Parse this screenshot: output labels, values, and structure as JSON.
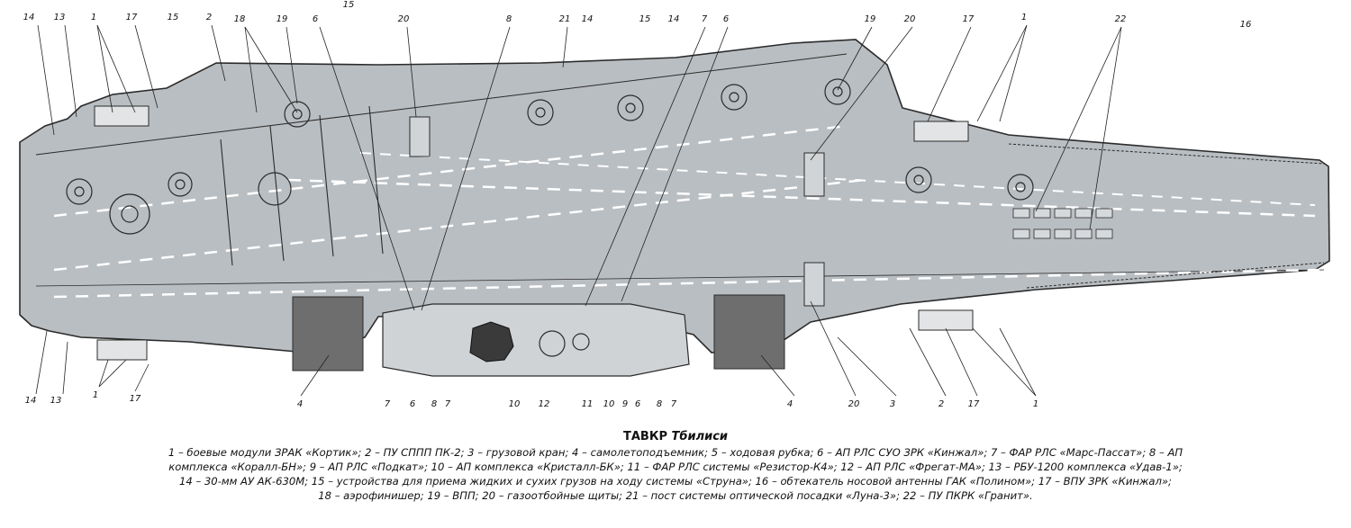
{
  "figure": {
    "title_prefix": "ТАВКР",
    "title_ship": "Тбилиси",
    "legend_lines": [
      "1 – боевые модули ЗРАК «Кортик»; 2 – ПУ СППП ПК-2; 3 – грузовой кран; 4 – самолетоподъемник; 5 – ходовая рубка; 6 – АП РЛС СУО ЗРК «Кинжал»; 7 – ФАР РЛС «Марс-Пассат»; 8 – АП",
      "комплекса «Коралл-БН»; 9 – АП РЛС «Подкат»; 10 – АП комплекса «Кристалл-БК»; 11 – ФАР РЛС системы «Резистор-К4»; 12 – АП РЛС «Фрегат-МА»; 13 – РБУ-1200 комплекса «Удав-1»;",
      "14 – 30-мм АУ АК-630М; 15 – устройства для приема жидких и сухих грузов на ходу системы «Струна»; 16 – обтекатель носовой антенны ГАК «Полином»; 17 – ВПУ ЗРК «Кинжал»;",
      "18 – аэрофинишер; 19 – ВПП; 20 – газоотбойные щиты; 21 – пост системы оптической посадки «Луна-3»; 22 – ПУ ПКРК «Гранит»."
    ],
    "callouts_top": [
      "14",
      "13",
      "1",
      "17",
      "15",
      "2",
      "18",
      "19",
      "6",
      "15",
      "20",
      "8",
      "21",
      "14",
      "15",
      "14",
      "7",
      "6",
      "16",
      "19",
      "20",
      "17",
      "1",
      "22"
    ],
    "callouts_bottom": [
      "14",
      "13",
      "1",
      "17",
      "7",
      "6",
      "8",
      "7",
      "10",
      "12",
      "11",
      "10",
      "9",
      "6",
      "8",
      "7",
      "4",
      "4",
      "20",
      "3",
      "2",
      "17",
      "1"
    ]
  },
  "colors": {
    "deck": "#b9bec2",
    "deck_dark": "#a9aeb2",
    "line": "#2b2b2b",
    "elevator": "#6e6e6e",
    "radar_dome": "#3a3a3a"
  }
}
